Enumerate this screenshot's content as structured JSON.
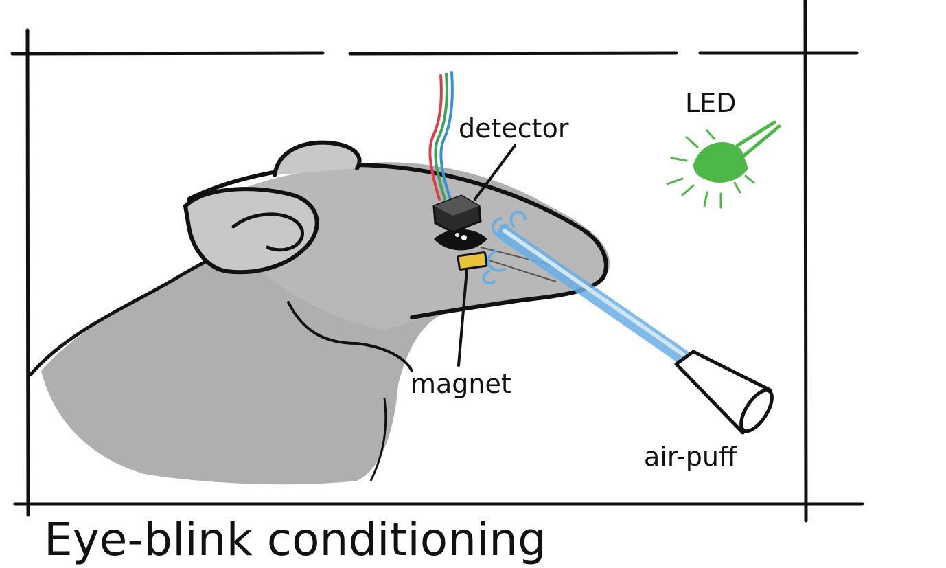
{
  "title": "Eye-blink conditioning",
  "labels": {
    "led": "LED",
    "detector": "detector",
    "magnet": "magnet",
    "air_puff": "air-puff"
  },
  "colors": {
    "led": "#4db848",
    "air_tube": "#6aaee6",
    "wire_red": "#e23b4a",
    "wire_green": "#3aa657",
    "wire_blue": "#3b8fd6",
    "magnet": "#e8c23a",
    "mouse_fill": "#a6a6a6",
    "ink": "#111111"
  }
}
